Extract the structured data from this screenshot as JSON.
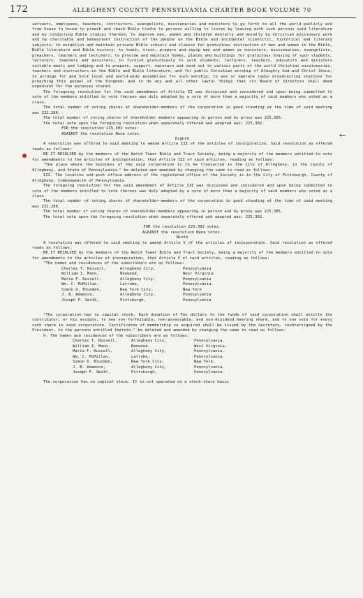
{
  "header": {
    "page_number": "172",
    "title": "Allegheny County Pennsylvania Charter Book Volume 70"
  },
  "blocks": [
    {
      "type": "p",
      "text": "servants, employees, teachers, instructors, evangelists, missionaries and ministers to go forth to all the world publicly and from house to house to preach and teach Bible truths to persons willing to listen by leaving with such persons said literature and by conducting Bible studies thereon; to improve men, women and children mentally and morally by Christian missionary work and by charitable and benevolent instruction of the people on the Bible and incidental scientific, historical and literary subjects; to establish and maintain private Bible schools and classes for gratuitous instruction of men and women in the Bible, Bible literature and Bible history; to teach, train, prepare and equip men and women as ministers, missionaries, evangelists, preachers, teachers and lecturers; to provide and maintain homes, places and buildings for gratuitous housing of such students, lecturers, teachers and ministers; to furnish gratuitously to such students, lecturers, teachers, educators and ministers suitable meals and lodging and to prepare, support, maintain and send out to various parts of the world Christian missionaries, teachers and instructors in the Bible and Bible literature, and for public Christian worship of Almighty God and Christ Jesus; to arrange for and hold local and world-wide assemblies for such worship; to use or operate radio broadcasting stations for preaching this gospel of the Kingdom; and to do any and all other lawful things that its Board of Directors shall deem expedient for the purposes stated."
    },
    {
      "type": "pi",
      "text": "The foregoing resolution for the said amendment of Article II was discussed and considered and upon being submitted to vote of the members entitled to vote thereon was duly adopted by a vote of more than a majority of said members who voted as a class."
    },
    {
      "type": "pi",
      "text": "The total number of voting shares of shareholder-members of the corporation in good standing at the time of said meeting was 232,286."
    },
    {
      "type": "pi",
      "text": "The total number of voting shares of shareholder members appearing in person and by proxy was 225,305."
    },
    {
      "type": "pi",
      "text": "The total vote upon the foregoing resolution when separately offered and adopted was: 225,302."
    },
    {
      "type": "vote",
      "text": "FOR the resolution 225,302 votes."
    },
    {
      "type": "vote",
      "text": "AGAINST the resolution None votes."
    },
    {
      "type": "heading",
      "text": "Eighth"
    },
    {
      "type": "pi",
      "text": "A resolution was offered to said meeting to amend Article III of the articles of incorporation. Said resolution as offered reads as follows:"
    },
    {
      "type": "pi",
      "text": "BE IT RESOLVED by the members of the Watch Tower Bible and Tract Society, being a majority of the members entitled to vote for amendments to the articles of incorporation, that Article III of said articles, reading as follows:"
    },
    {
      "type": "pi",
      "text": "\"The place where the business of the said corporation is to be transacted is the City of Allegheny, in the County of Allegheny, and State of Pennsylvania.\" be deleted and amended by changing the same to read as follows:"
    },
    {
      "type": "pi",
      "text": "III. The location and post office address of the registered office of the Society is in the City of Pittsburgh, County of Allegheny, Commonwealth of Pennsylvania."
    },
    {
      "type": "pi",
      "text": "The foregoing resolution for the said amendment of Article III was discussed and considered and upon being submitted to vote of the members entitled to vote thereon was duly adopted by a vote of more than a majority of said members who voted as a class."
    },
    {
      "type": "pi",
      "text": "The total number of voting shares of shareholder-members of the corporation in good standing at the time of said meeting was 232,286."
    },
    {
      "type": "pi",
      "text": "The total number of voting shares of shareholder-members appearing in person and by proxy was 225,305."
    },
    {
      "type": "pi",
      "text": "The total vote upon the foregoing resolution when separately offered and adopted was: 225,302."
    },
    {
      "type": "gap"
    },
    {
      "type": "center",
      "text": "FOR the resolution 225,302 votes."
    },
    {
      "type": "center",
      "text": "AGAINST the resolution None votes."
    },
    {
      "type": "heading",
      "text": "Ninth"
    },
    {
      "type": "pi",
      "text": "A resolution was offered to said meeting to amend Article V of the articles of incorporation. Said resolution as offered reads as follows:"
    },
    {
      "type": "pi",
      "text": "BE IT RESOLVED by the members of the Watch Tower Bible and Tract Society, being a majority of the members entitled to vote for amendments to the articles of incorporation, that Article V of said articles, reading as follows:"
    },
    {
      "type": "pi",
      "text": "\"The names and residences of the subscribers are as follows:"
    },
    {
      "type": "table",
      "rows": [
        [
          "Charles T. Russell,",
          "Allegheny City,",
          "Pennsylvania"
        ],
        [
          "William I. Mann,",
          "Benwood,",
          "West Virginia"
        ],
        [
          "Maria F. Russell,",
          "Allegheny City,",
          "Pennsylvania"
        ],
        [
          "Wm. C. McMillan,",
          "Latrobe,",
          "Pennsylvania."
        ],
        [
          "Simon O. Blunden,",
          "New York City,",
          "New York"
        ],
        [
          "J. B. Adamson,",
          "Allegheny City,",
          "Pennsylvania"
        ],
        [
          "Joseph F. Smith,",
          "Pittsburgh,",
          "Pennsylvania"
        ]
      ]
    },
    {
      "type": "gap"
    },
    {
      "type": "gap"
    },
    {
      "type": "pi",
      "text": "\"The corporation has no capital stock. Each donation of Ten dollars to the funds of said corporation shall entitle the contributor, or his assigns, to one non-forfeitable, non-assessable, and non-dividend bearing share, and to one vote for every such share in said corporation. Certificates of membership so acquired shall be issued by the Secretary, countersigned by the President, to the persons entitled thereto.\" be deleted and amended by changing the same to read as follows:"
    },
    {
      "type": "pi",
      "text": "V. The names and residences of the subscribers are as follows:"
    },
    {
      "type": "table2",
      "rows": [
        [
          "Charles T. Russell,",
          "Allegheny City,",
          "Pennsylvania."
        ],
        [
          "William I. Mann,",
          "Benwood,",
          "West Virginia."
        ],
        [
          "Maria F. Russell,",
          "Allegheny City,",
          "Pennsylvania."
        ],
        [
          "Wm. C. McMillan,",
          "Latrobe,",
          "Pennsylvania."
        ],
        [
          "Simon O. Blunden,",
          "New York City,",
          "New York."
        ],
        [
          "J. B. Adamson,",
          "Allegheny City,",
          "Pennsylvania."
        ],
        [
          "Joseph F. Smith.",
          "Pittsburgh,",
          "Pennsylvania."
        ]
      ]
    },
    {
      "type": "gap"
    },
    {
      "type": "pi",
      "text": "The corporation has no capital stock. It is not operated on a stock-share basis"
    }
  ]
}
